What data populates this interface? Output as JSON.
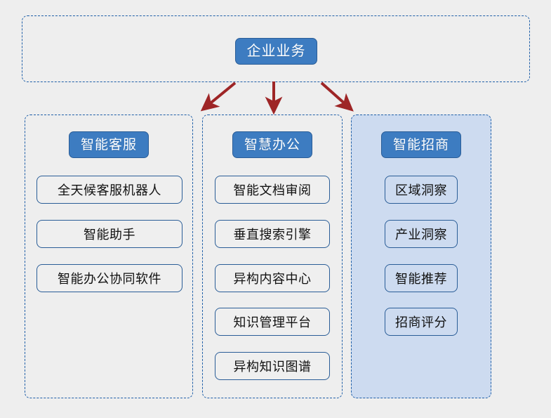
{
  "diagram": {
    "type": "hierarchy-tree",
    "root": {
      "label": "企业业务"
    },
    "arrows": {
      "color": "#9e2526",
      "items": [
        {
          "name": "arrow-to-smart-service",
          "direction": "down-left"
        },
        {
          "name": "arrow-to-smart-office",
          "direction": "down"
        },
        {
          "name": "arrow-to-smart-investment",
          "direction": "down-right"
        }
      ]
    },
    "columns": [
      {
        "id": "smart-customer-service",
        "header": "智能客服",
        "highlighted": false,
        "items": [
          "全天候客服机器人",
          "智能助手",
          "智能办公协同软件"
        ]
      },
      {
        "id": "smart-office",
        "header": "智慧办公",
        "highlighted": false,
        "items": [
          "智能文档审阅",
          "垂直搜索引擎",
          "异构内容中心",
          "知识管理平台",
          "异构知识图谱"
        ]
      },
      {
        "id": "smart-investment",
        "header": "智能招商",
        "highlighted": true,
        "items": [
          "区域洞察",
          "产业洞察",
          "智能推荐",
          "招商评分"
        ]
      }
    ],
    "colors": {
      "background": "#eeeeee",
      "chip_fill": "#3d7cc1",
      "chip_text": "#ffffff",
      "border_blue": "#2a5d97",
      "dashed_border": "#1f5fa8",
      "highlight_fill": "#cddbf0",
      "arrow_red": "#9e2526",
      "item_text": "#111111"
    }
  }
}
